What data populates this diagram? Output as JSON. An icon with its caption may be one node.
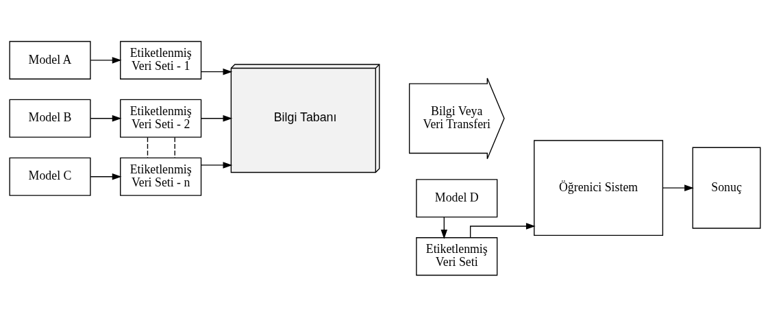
{
  "diagram": {
    "nodes": [
      {
        "text": [
          "Model A"
        ]
      },
      {
        "text": [
          "Etiketlenmiş Veri Seti - 1"
        ]
      },
      {
        "text": [
          "Model B"
        ]
      },
      {
        "text": [
          "Etiketlenmiş Veri Seti - 2"
        ]
      },
      {
        "text": [
          "Model C"
        ]
      },
      {
        "text": [
          "Etiketlenmiş Veri Seti - n"
        ]
      },
      {
        "text": [
          "Bilgi Tabanı"
        ]
      },
      {
        "text": [
          "Bilgi Veya Veri Transferi"
        ]
      },
      {
        "text": [
          "Model D"
        ]
      },
      {
        "text": [
          "Etiketlenmiş Veri Seti"
        ]
      },
      {
        "text": [
          "Öğrenici Sistem"
        ]
      },
      {
        "text": [
          "Sonuç"
        ]
      }
    ],
    "edges": [
      {
        "from": 0,
        "to": 1,
        "arrow": "to"
      },
      {
        "from": 2,
        "to": 3,
        "arrow": "to"
      },
      {
        "from": 4,
        "to": 5,
        "arrow": "to"
      },
      {
        "from": 1,
        "to": 6,
        "arrow": "to"
      },
      {
        "from": 3,
        "to": 6,
        "arrow": "to"
      },
      {
        "from": 5,
        "to": 6,
        "arrow": "to"
      },
      {
        "from": 3,
        "to": 5,
        "arrow": "none",
        "style": "dashed"
      },
      {
        "from": 3,
        "to": 5,
        "arrow": "none",
        "style": "dashed"
      },
      {
        "from": 8,
        "to": 9,
        "arrow": "to"
      },
      {
        "from": 9,
        "to": 10,
        "arrow": "to"
      },
      {
        "from": 10,
        "to": 11,
        "arrow": "to"
      }
    ]
  }
}
